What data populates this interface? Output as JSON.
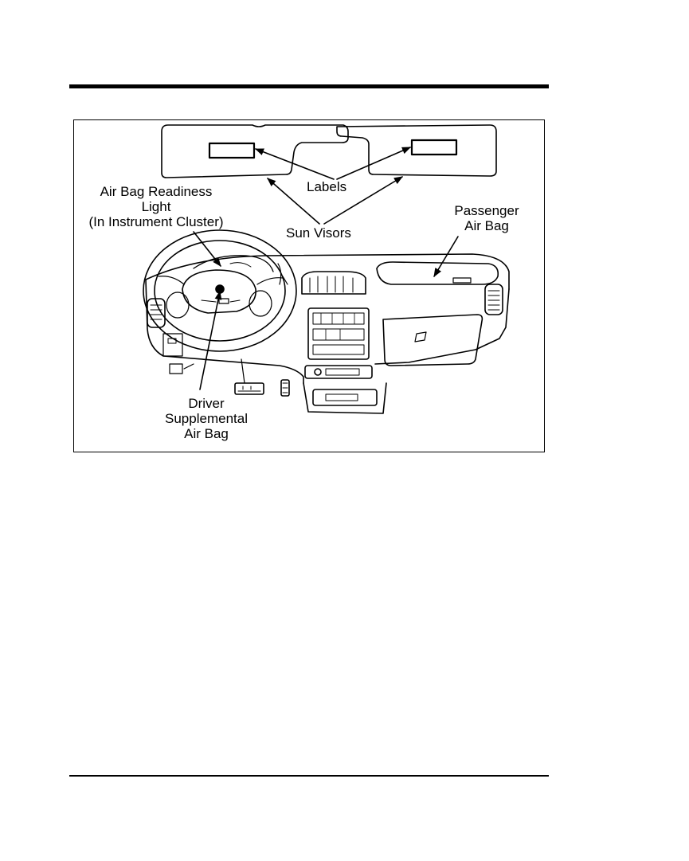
{
  "figure": {
    "callouts": {
      "labels": "Labels",
      "sun_visors": "Sun Visors",
      "readiness_light": [
        "Air Bag Readiness",
        "Light",
        "(In Instrument Cluster)"
      ],
      "passenger_air_bag": [
        "Passenger",
        "Air Bag"
      ],
      "driver_air_bag": [
        "Driver",
        "Supplemental",
        "Air Bag"
      ]
    }
  }
}
